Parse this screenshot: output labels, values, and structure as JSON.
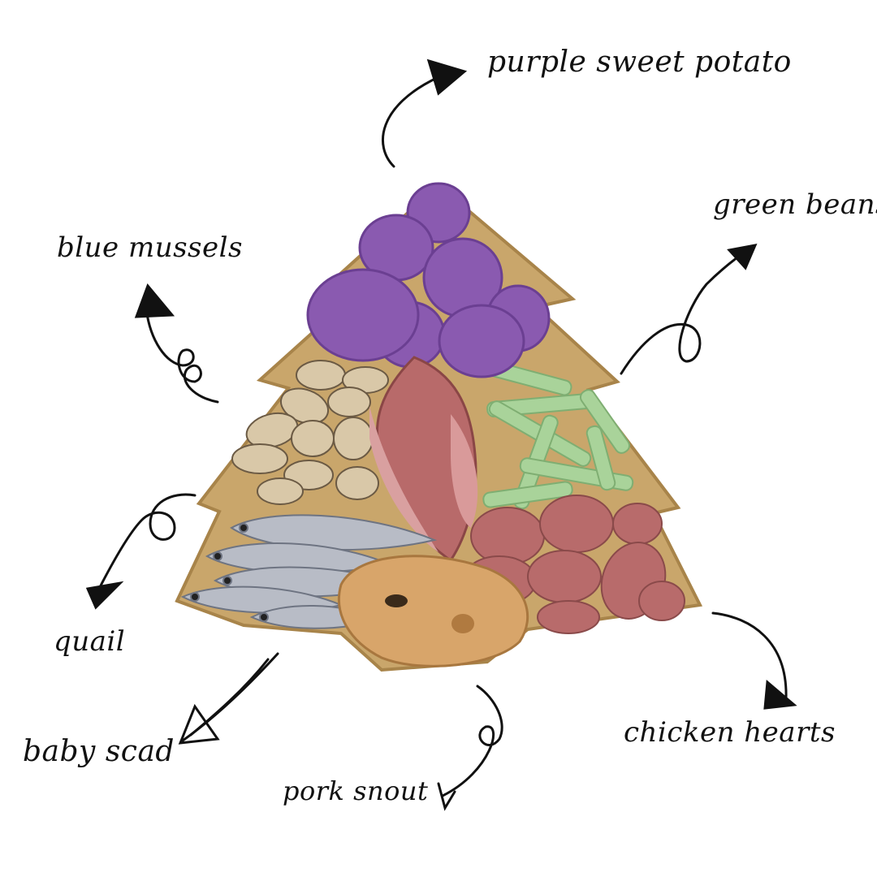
{
  "labels": {
    "purple_sweet_potato": "purple sweet potato",
    "green_beans": "green beans",
    "blue_mussels": "blue mussels",
    "quail": "quail",
    "chicken_hearts": "chicken hearts",
    "baby_scad": "baby scad",
    "pork_snout": "pork snout"
  },
  "colors": {
    "tray": "#c9a66b",
    "sweet_potato": "#8a5ab0",
    "green_beans": "#a9d39a",
    "mussels": "#d9c8a8",
    "quail": "#b86a6a",
    "fish": "#b8bcc6",
    "pork_snout": "#d8a56a",
    "chicken_hearts": "#b86b6b",
    "ink": "#111111"
  }
}
